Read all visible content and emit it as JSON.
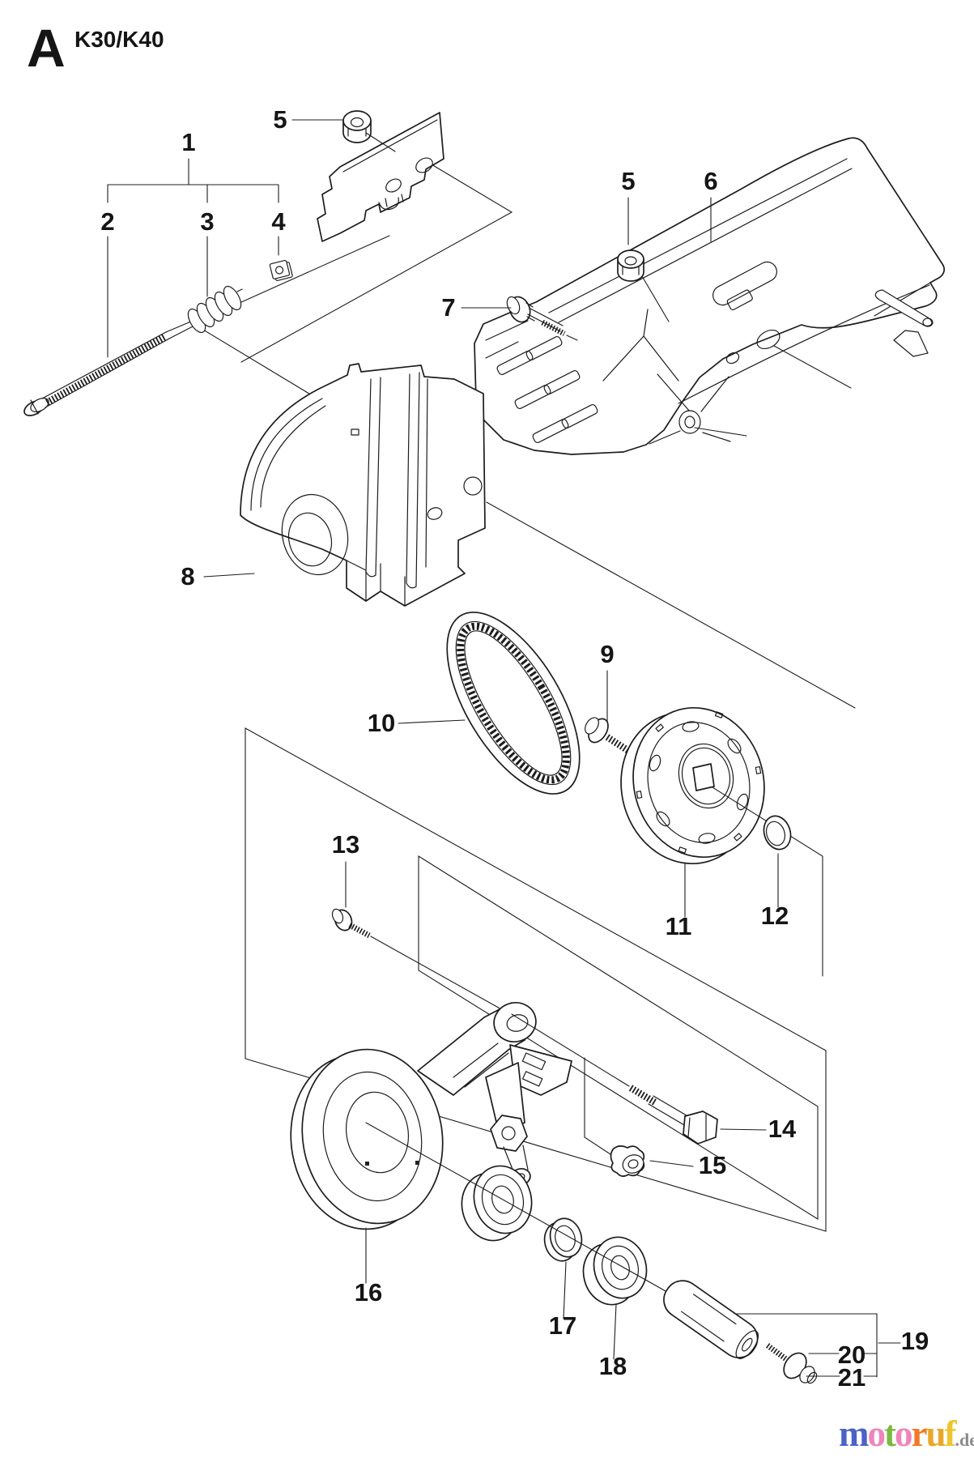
{
  "header": {
    "section_letter": "A",
    "model_code": "K30/K40"
  },
  "part_numbers": {
    "p1": "1",
    "p2": "2",
    "p3": "3",
    "p4": "4",
    "p5": "5",
    "p6": "6",
    "p7": "7",
    "p8": "8",
    "p9": "9",
    "p10": "10",
    "p11": "11",
    "p12": "12",
    "p13": "13",
    "p14": "14",
    "p15": "15",
    "p16": "16",
    "p17": "17",
    "p18": "18",
    "p19": "19",
    "p20": "20",
    "p21": "21"
  },
  "watermark": {
    "brand_letters": [
      {
        "char": "m",
        "color_style": "color:#4a63c8"
      },
      {
        "char": "o",
        "color_style": "color:#f083bb"
      },
      {
        "char": "t",
        "color_style": "color:#7db842"
      },
      {
        "char": "o",
        "color_style": "color:#f083bb"
      },
      {
        "char": "r",
        "color_style": "color:#f07a28"
      },
      {
        "char": "u",
        "color_style": "color:#eaa727"
      },
      {
        "char": "f",
        "color_style": "color:#edc52e"
      }
    ],
    "tld": ".de"
  }
}
